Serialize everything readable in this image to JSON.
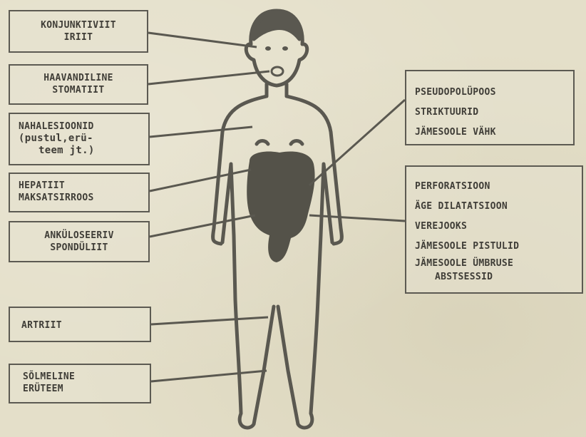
{
  "left_labels": {
    "eye": [
      "KONJUNKTIVIIT",
      "IRIIT"
    ],
    "mouth": [
      "HAAVANDILINE",
      "STOMATIIT"
    ],
    "skin": [
      "NAHALESIOONID",
      "(pustul,erü-",
      "teem jt.)"
    ],
    "liver": [
      "HEPATIIT",
      "MAKSATSIRROOS"
    ],
    "spine": [
      "ANKÜLOSEERIV",
      "SPONDÜLIIT"
    ],
    "joint": [
      "ARTRIIT"
    ],
    "nodes": [
      "SÕLMELINE",
      "ERÜTEEM"
    ]
  },
  "right_labels": {
    "colon_chronic": [
      "PSEUDOPOLÜPOOS",
      "STRIKTUURID",
      "JÄMESOOLE VÄHK"
    ],
    "colon_acute": [
      "PERFORATSIOON",
      "ÄGE DILATATSIOON",
      "VEREJOOKS",
      "JÄMESOOLE PISTULID",
      "JÄMESOOLE ÜMBRUSE",
      "ABSTSESSID"
    ]
  }
}
